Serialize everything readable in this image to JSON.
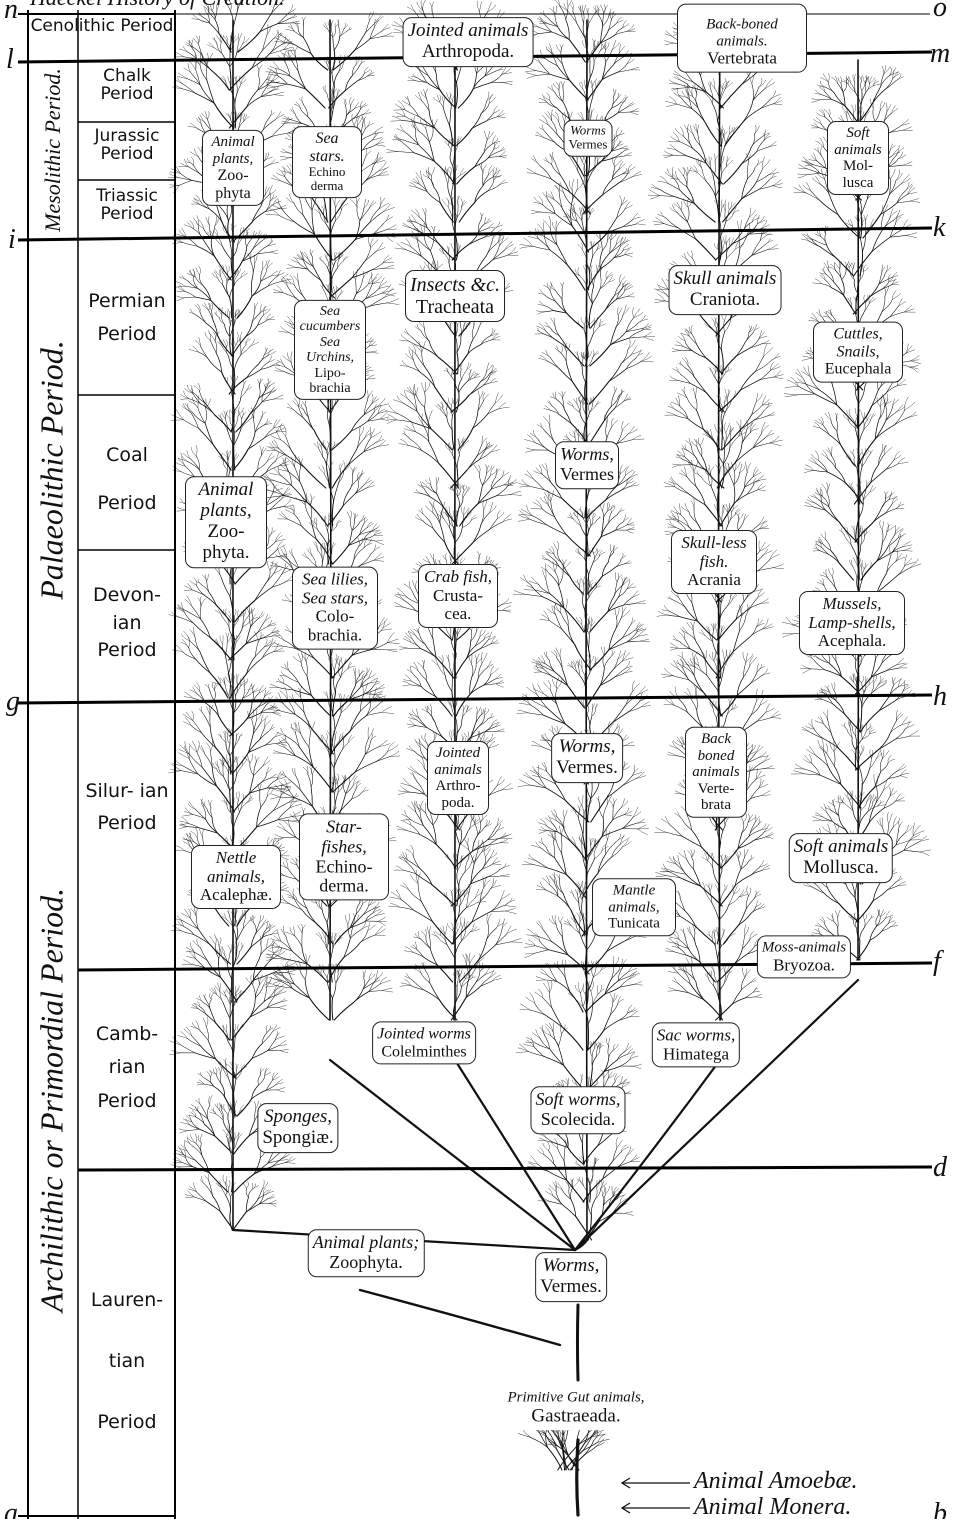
{
  "header": {
    "title": "Haeckel History of Creation."
  },
  "markers": {
    "n": "n",
    "o": "o",
    "l": "l",
    "m": "m",
    "i": "i",
    "k": "k",
    "g": "g",
    "h": "h",
    "f": "f",
    "d": "d",
    "a": "a",
    "b": "b"
  },
  "eras": {
    "mesolithic": "Mesolithic Period.",
    "palaeolithic": "Palaeolithic Period.",
    "archilithic": "Archilithic or Primordial Period."
  },
  "periods": {
    "cenolithic": "Cenolithic Period",
    "chalk": "Chalk Period",
    "jurassic": "Jurassic Period",
    "triassic": "Triassic Period",
    "permian": "Permian Period",
    "coal": "Coal Period",
    "devonian": "Devon- ian Period",
    "silurian": "Silur- ian Period",
    "cambrian": "Camb- rian Period",
    "laurentian": "Lauren- tian Period"
  },
  "taxa": {
    "jointed_top": {
      "common": "Jointed animals",
      "scientific": "Arthropoda."
    },
    "backboned_top": {
      "common": "Back-boned animals.",
      "scientific": "Vertebrata"
    },
    "animal_plants_top": {
      "common": "Animal plants,",
      "scientific": "Zoo- phyta"
    },
    "sea_stars_top": {
      "common": "Sea stars.",
      "scientific": "Echino derma"
    },
    "worms_top": {
      "common": "Worms",
      "scientific": "Vermes"
    },
    "soft_animals_top": {
      "common": "Soft animals",
      "scientific": "Mol- lusca"
    },
    "insects": {
      "common": "Insects &c.",
      "scientific": "Tracheata"
    },
    "skull_animals": {
      "common": "Skull animals",
      "scientific": "Craniota."
    },
    "sea_cucumbers": {
      "common": "Sea cucumbers Sea Urchins,",
      "scientific": "Lipo- brachia"
    },
    "cuttles": {
      "common": "Cuttles, Snails,",
      "scientific": "Eucephala"
    },
    "worms_mid": {
      "common": "Worms,",
      "scientific": "Vermes"
    },
    "animal_plants_mid": {
      "common": "Animal plants,",
      "scientific": "Zoo- phyta."
    },
    "skull_less": {
      "common": "Skull-less fish.",
      "scientific": "Acrania"
    },
    "sea_lilies": {
      "common": "Sea lilies, Sea stars,",
      "scientific": "Colo- brachia."
    },
    "crab_fish": {
      "common": "Crab fish,",
      "scientific": "Crusta- cea."
    },
    "mussels": {
      "common": "Mussels, Lamp-shells,",
      "scientific": "Acephala."
    },
    "jointed_mid": {
      "common": "Jointed animals",
      "scientific": "Arthro- poda."
    },
    "worms_sil": {
      "common": "Worms,",
      "scientific": "Vermes."
    },
    "backboned_sil": {
      "common": "Back boned animals",
      "scientific": "Verte- brata"
    },
    "star_fishes": {
      "common": "Star-fishes,",
      "scientific": "Echino- derma."
    },
    "soft_animals_sil": {
      "common": "Soft animals",
      "scientific": "Mollusca."
    },
    "nettle": {
      "common": "Nettle animals,",
      "scientific": "Acalephæ."
    },
    "mantle": {
      "common": "Mantle animals,",
      "scientific": "Tunicata"
    },
    "moss": {
      "common": "Moss-animals",
      "scientific": "Bryozoa."
    },
    "jointed_worms": {
      "common": "Jointed worms",
      "scientific": "Colelminthes"
    },
    "sac_worms": {
      "common": "Sac worms,",
      "scientific": "Himatega"
    },
    "sponges": {
      "common": "Sponges,",
      "scientific": "Spongiæ."
    },
    "soft_worms": {
      "common": "Soft worms,",
      "scientific": "Scolecida."
    },
    "animal_plants_low": {
      "common": "Animal plants;",
      "scientific": "Zoophyta."
    },
    "worms_low": {
      "common": "Worms,",
      "scientific": "Vermes."
    },
    "gastraeada": {
      "common": "Primitive Gut animals,",
      "scientific": "Gastraeada."
    }
  },
  "arrows": {
    "amoebae": "Animal Amoebæ.",
    "monera": "Animal Monera."
  },
  "colors": {
    "ink": "#111111",
    "paper": "#ffffff"
  }
}
